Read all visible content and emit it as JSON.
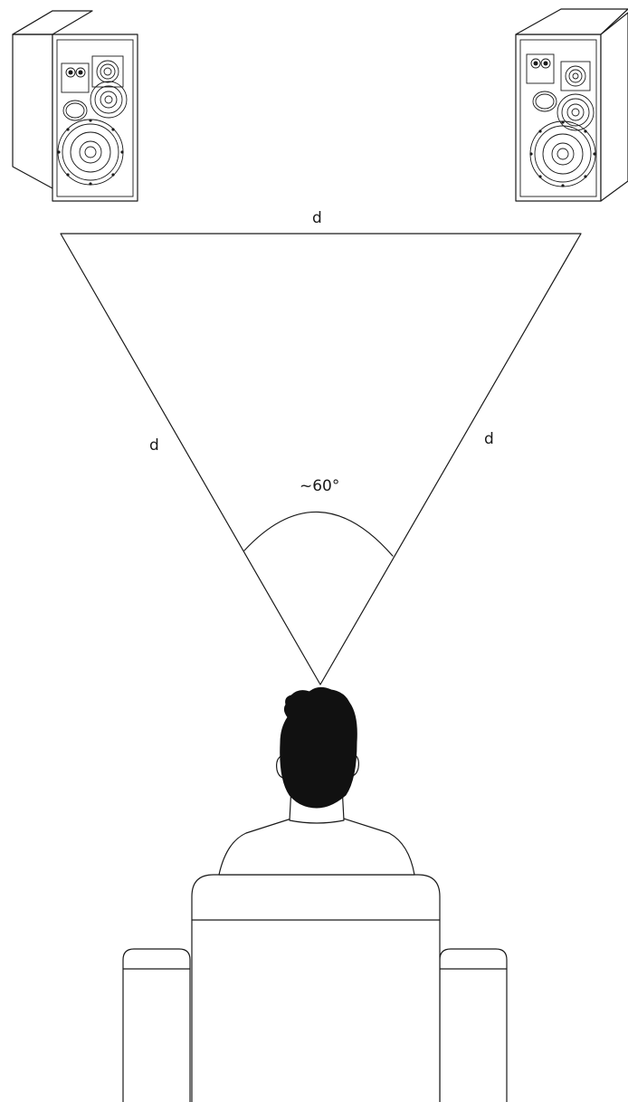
{
  "labels": {
    "top_distance": "d",
    "left_distance": "d",
    "right_distance": "d",
    "angle": "~60°"
  },
  "colors": {
    "ink": "#1a1a1a",
    "background": "#ffffff",
    "hair": "#111111"
  },
  "icons": {
    "left_speaker": "speaker-cabinet",
    "right_speaker": "speaker-cabinet",
    "listener": "person-back-view",
    "chair": "armchair"
  }
}
